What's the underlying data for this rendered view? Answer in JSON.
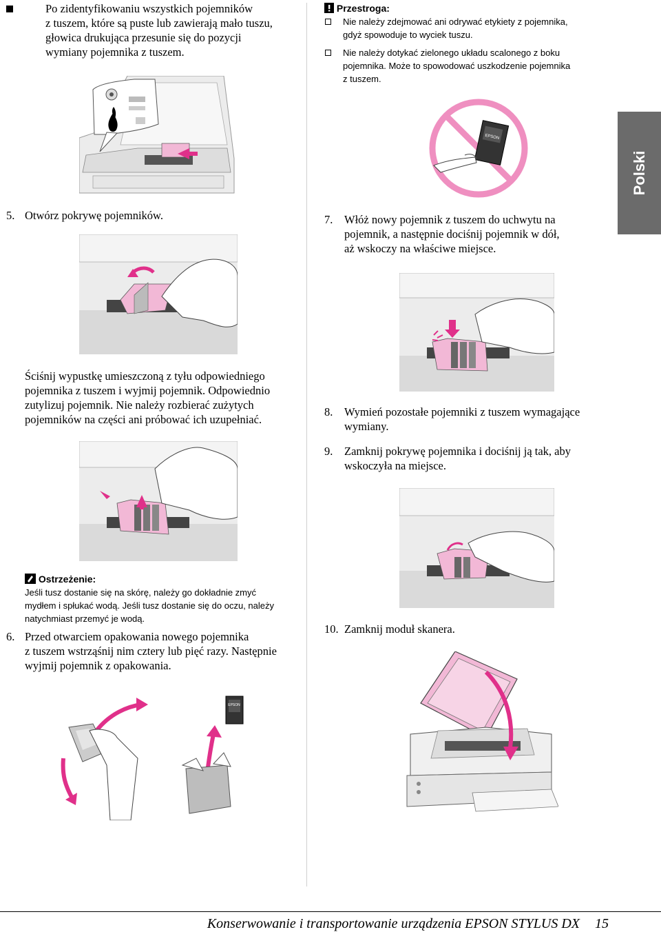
{
  "tab": {
    "label": "Polski"
  },
  "left": {
    "intro": {
      "text_lines": [
        "Po zidentyfikowaniu wszystkich pojemników",
        "z tuszem, które są puste lub zawierają mało tuszu,",
        "głowica drukująca przesunie się do pozycji",
        "wymiany pojemnika z tuszem."
      ]
    },
    "step5": {
      "number": "5.",
      "text": "Otwórz pokrywę pojemników."
    },
    "squeeze": {
      "lines": [
        "Ściśnij wypustkę umieszczoną z tyłu odpowiedniego",
        "pojemnika z tuszem i wyjmij pojemnik. Odpowiednio",
        "zutylizuj pojemnik. Nie należy rozbierać zużytych",
        "pojemników na części ani próbować ich uzupełniać."
      ]
    },
    "warning": {
      "title": "Ostrzeżenie:",
      "lines": [
        "Jeśli tusz dostanie się na skórę, należy go dokładnie zmyć",
        "mydłem i spłukać wodą. Jeśli tusz dostanie się do oczu, należy",
        "natychmiast przemyć je wodą."
      ]
    },
    "step6": {
      "number": "6.",
      "lines": [
        "Przed otwarciem opakowania nowego pojemnika",
        "z tuszem wstrząśnij nim cztery lub pięć razy. Następnie",
        "wyjmij pojemnik z opakowania."
      ]
    }
  },
  "right": {
    "caution": {
      "title": "Przestroga:",
      "item1_lines": [
        "Nie należy zdejmować ani odrywać etykiety z pojemnika,",
        "gdyż spowoduje to wyciek tuszu."
      ],
      "item2_lines": [
        "Nie należy dotykać zielonego układu scalonego z boku",
        "pojemnika. Może to spowodować uszkodzenie pojemnika",
        "z tuszem."
      ]
    },
    "cartridge_brand": "EPSON",
    "step7": {
      "number": "7.",
      "lines": [
        "Włóż nowy pojemnik z tuszem do uchwytu na",
        "pojemnik, a następnie dociśnij pojemnik w dół,",
        "aż wskoczy na właściwe miejsce."
      ]
    },
    "step8": {
      "number": "8.",
      "lines": [
        "Wymień pozostałe pojemniki z tuszem wymagające",
        "wymiany."
      ]
    },
    "step9": {
      "number": "9.",
      "lines": [
        "Zamknij pokrywę pojemnika i dociśnij ją tak, aby",
        "wskoczyła na miejsce."
      ]
    },
    "step10": {
      "number": "10.",
      "text": "Zamknij moduł skanera."
    }
  },
  "footer": {
    "title": "Konserwowanie i transportowanie urządzenia EPSON STYLUS DX",
    "page": "15"
  },
  "colors": {
    "accent_pink": "#f2b8d6",
    "prohibit_pink": "#ef8fc0",
    "arrow_magenta": "#e0308a",
    "tab_gray": "#6b6b6b"
  }
}
